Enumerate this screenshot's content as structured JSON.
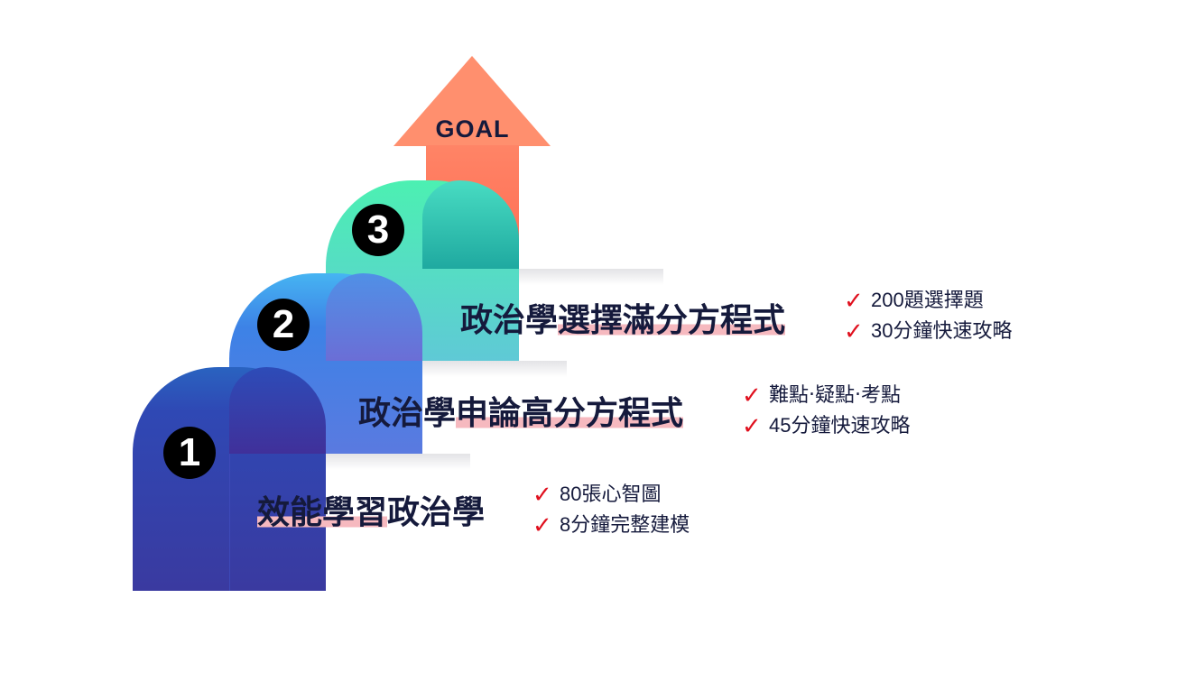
{
  "goal": {
    "label": "GOAL"
  },
  "steps": [
    {
      "number": "1",
      "title_plain_before": "",
      "title_highlight": "效能學習",
      "title_plain_after": "政治學",
      "bullets": [
        "80張心智圖",
        "8分鐘完整建模"
      ]
    },
    {
      "number": "2",
      "title_plain_before": "政治學",
      "title_highlight": "申論高分方程式",
      "title_plain_after": "",
      "bullets": [
        "難點‧疑點‧考點",
        "45分鐘快速攻略"
      ]
    },
    {
      "number": "3",
      "title_plain_before": "政治學",
      "title_highlight": "選擇滿分方程式",
      "title_plain_after": "",
      "bullets": [
        "200題選擇題",
        "30分鐘快速攻略"
      ]
    }
  ],
  "colors": {
    "step1": "#2f47b5",
    "step2": "#4a7fe0",
    "step3": "#4fe0c0",
    "arrow": "#ff7a5c",
    "check": "#e0101e",
    "highlight": "#f6b9bf"
  }
}
